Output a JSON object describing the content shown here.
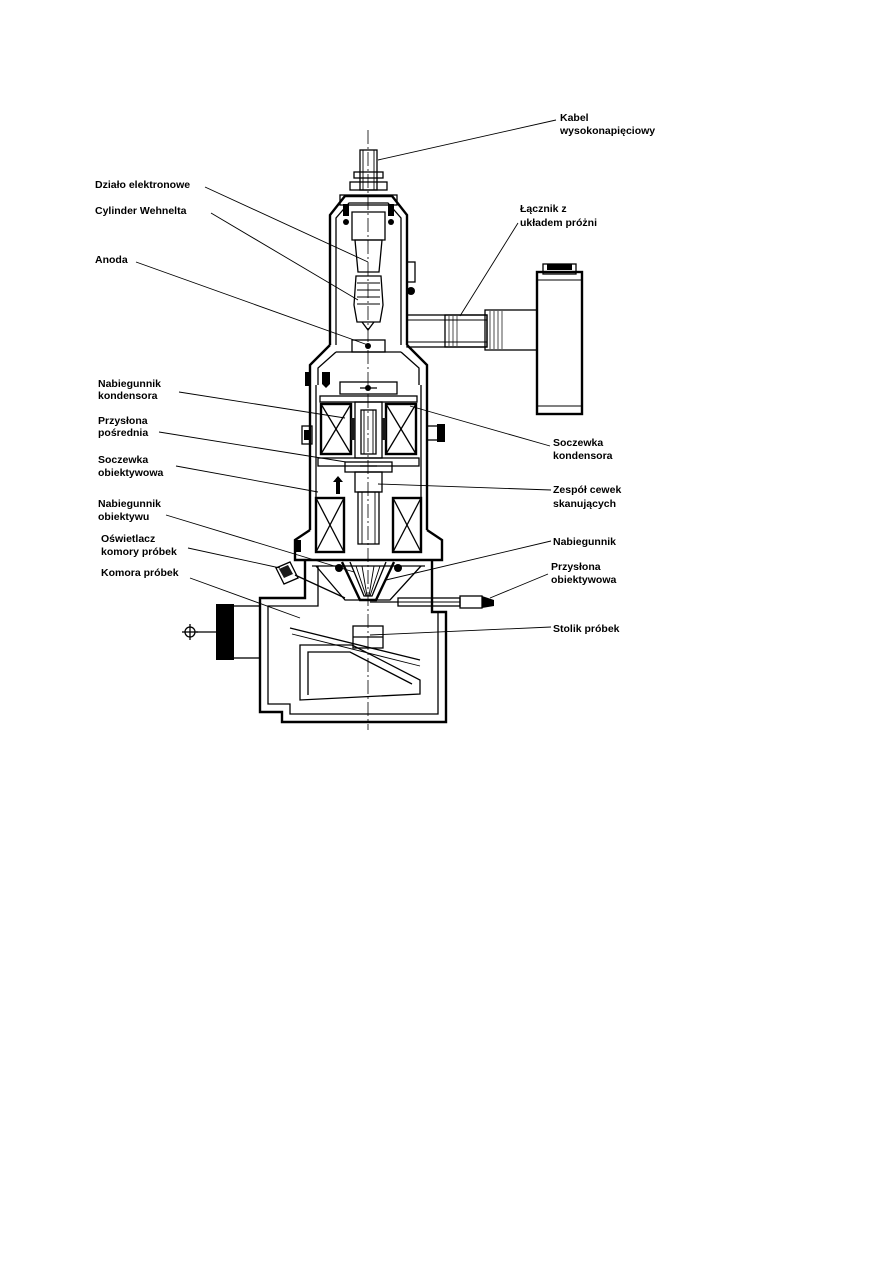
{
  "diagram": {
    "labels": {
      "kabel_line1": "Kabel",
      "kabel_line2": "wysokonapięciowy",
      "dzialo": "Działo elektronowe",
      "cylinder": "Cylinder Wehnelta",
      "lacznik_line1": "Łącznik z",
      "lacznik_line2": "układem próżni",
      "anoda": "Anoda",
      "nab_kond_line1": "Nabiegunnik",
      "nab_kond_line2": "kondensora",
      "przyslona_posr_line1": "Przysłona",
      "przyslona_posr_line2": "pośrednia",
      "socz_kond_line1": "Soczewka",
      "socz_kond_line2": "kondensora",
      "socz_obj_line1": "Soczewka",
      "socz_obj_line2": "obiektywowa",
      "zespol_line1": "Zespół cewek",
      "zespol_line2": "skanujących",
      "nab_obj_line1": "Nabiegunnik",
      "nab_obj_line2": "obiektywu",
      "nabiegunnik": "Nabiegunnik",
      "oswietlacz_line1": "Oświetlacz",
      "oswietlacz_line2": "komory próbek",
      "przyslona_obj_line1": "Przysłona",
      "przyslona_obj_line2": "obiektywowa",
      "komora": "Komora próbek",
      "stolik": "Stolik próbek"
    }
  }
}
